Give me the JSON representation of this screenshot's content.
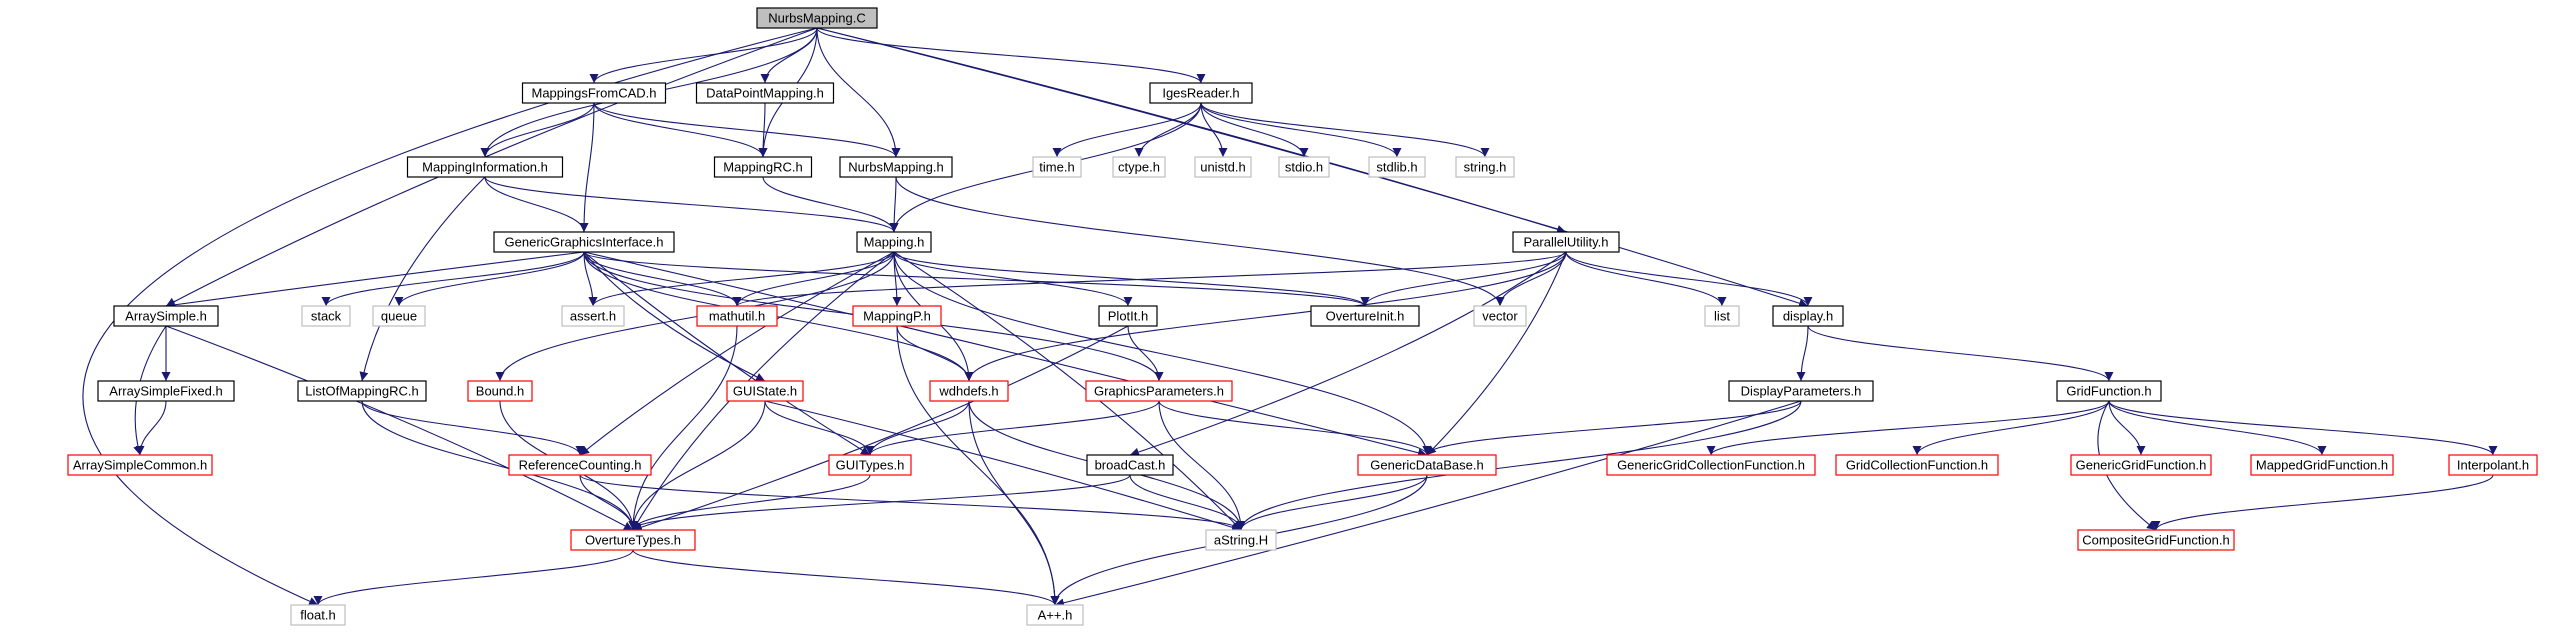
{
  "colors": {
    "edge": "#191970",
    "root_fill": "#bfbfbf",
    "normal_border": "#000000",
    "documented_red_border": "#ff0000",
    "external_border": "#bfbfbf"
  },
  "nodes": [
    {
      "id": "root",
      "label": "NurbsMapping.C",
      "kind": "root"
    },
    {
      "id": "mfcad",
      "label": "MappingsFromCAD.h",
      "kind": "normal"
    },
    {
      "id": "dpm",
      "label": "DataPointMapping.h",
      "kind": "normal"
    },
    {
      "id": "iges",
      "label": "IgesReader.h",
      "kind": "normal"
    },
    {
      "id": "minfo",
      "label": "MappingInformation.h",
      "kind": "normal"
    },
    {
      "id": "mrc",
      "label": "MappingRC.h",
      "kind": "normal"
    },
    {
      "id": "nurbs",
      "label": "NurbsMapping.h",
      "kind": "normal"
    },
    {
      "id": "timeh",
      "label": "time.h",
      "kind": "external"
    },
    {
      "id": "ctypeh",
      "label": "ctype.h",
      "kind": "external"
    },
    {
      "id": "unistdh",
      "label": "unistd.h",
      "kind": "external"
    },
    {
      "id": "stdioh",
      "label": "stdio.h",
      "kind": "external"
    },
    {
      "id": "stdlibh",
      "label": "stdlib.h",
      "kind": "external"
    },
    {
      "id": "stringh",
      "label": "string.h",
      "kind": "external"
    },
    {
      "id": "ggi",
      "label": "GenericGraphicsInterface.h",
      "kind": "normal"
    },
    {
      "id": "mapping",
      "label": "Mapping.h",
      "kind": "normal"
    },
    {
      "id": "putil",
      "label": "ParallelUtility.h",
      "kind": "normal"
    },
    {
      "id": "asimple",
      "label": "ArraySimple.h",
      "kind": "normal"
    },
    {
      "id": "stack",
      "label": "stack",
      "kind": "external"
    },
    {
      "id": "queue",
      "label": "queue",
      "kind": "external"
    },
    {
      "id": "assert",
      "label": "assert.h",
      "kind": "external"
    },
    {
      "id": "mathutil",
      "label": "mathutil.h",
      "kind": "red"
    },
    {
      "id": "mappingp",
      "label": "MappingP.h",
      "kind": "red"
    },
    {
      "id": "plotit",
      "label": "PlotIt.h",
      "kind": "normal"
    },
    {
      "id": "oinit",
      "label": "OvertureInit.h",
      "kind": "normal"
    },
    {
      "id": "vector",
      "label": "vector",
      "kind": "external"
    },
    {
      "id": "list",
      "label": "list",
      "kind": "external"
    },
    {
      "id": "display",
      "label": "display.h",
      "kind": "normal"
    },
    {
      "id": "asfixed",
      "label": "ArraySimpleFixed.h",
      "kind": "normal"
    },
    {
      "id": "lomrc",
      "label": "ListOfMappingRC.h",
      "kind": "normal"
    },
    {
      "id": "bound",
      "label": "Bound.h",
      "kind": "red"
    },
    {
      "id": "guistate",
      "label": "GUIState.h",
      "kind": "red"
    },
    {
      "id": "wdhdefs",
      "label": "wdhdefs.h",
      "kind": "red"
    },
    {
      "id": "gparams",
      "label": "GraphicsParameters.h",
      "kind": "red"
    },
    {
      "id": "dparams",
      "label": "DisplayParameters.h",
      "kind": "normal"
    },
    {
      "id": "gridfn",
      "label": "GridFunction.h",
      "kind": "normal"
    },
    {
      "id": "ascommon",
      "label": "ArraySimpleCommon.h",
      "kind": "red"
    },
    {
      "id": "refcount",
      "label": "ReferenceCounting.h",
      "kind": "red"
    },
    {
      "id": "guitypes",
      "label": "GUITypes.h",
      "kind": "red"
    },
    {
      "id": "broadcast",
      "label": "broadCast.h",
      "kind": "normal"
    },
    {
      "id": "gdb",
      "label": "GenericDataBase.h",
      "kind": "red"
    },
    {
      "id": "ggcf",
      "label": "GenericGridCollectionFunction.h",
      "kind": "red"
    },
    {
      "id": "gcf",
      "label": "GridCollectionFunction.h",
      "kind": "red"
    },
    {
      "id": "ggf",
      "label": "GenericGridFunction.h",
      "kind": "red"
    },
    {
      "id": "mgf",
      "label": "MappedGridFunction.h",
      "kind": "red"
    },
    {
      "id": "interp",
      "label": "Interpolant.h",
      "kind": "red"
    },
    {
      "id": "otypes",
      "label": "OvertureTypes.h",
      "kind": "red"
    },
    {
      "id": "astring",
      "label": "aString.H",
      "kind": "external"
    },
    {
      "id": "cgf",
      "label": "CompositeGridFunction.h",
      "kind": "red"
    },
    {
      "id": "floath",
      "label": "float.h",
      "kind": "external"
    },
    {
      "id": "appph",
      "label": "A++.h",
      "kind": "external"
    }
  ],
  "edges": [
    [
      "root",
      "mfcad"
    ],
    [
      "root",
      "dpm"
    ],
    [
      "root",
      "iges"
    ],
    [
      "root",
      "minfo"
    ],
    [
      "root",
      "mrc"
    ],
    [
      "root",
      "nurbs"
    ],
    [
      "root",
      "asimple"
    ],
    [
      "root",
      "putil"
    ],
    [
      "root",
      "display"
    ],
    [
      "root",
      "floath"
    ],
    [
      "mfcad",
      "minfo"
    ],
    [
      "mfcad",
      "ggi"
    ],
    [
      "mfcad",
      "mrc"
    ],
    [
      "mfcad",
      "nurbs"
    ],
    [
      "dpm",
      "mrc"
    ],
    [
      "iges",
      "mapping"
    ],
    [
      "iges",
      "timeh"
    ],
    [
      "iges",
      "ctypeh"
    ],
    [
      "iges",
      "unistdh"
    ],
    [
      "iges",
      "stdioh"
    ],
    [
      "iges",
      "stdlibh"
    ],
    [
      "iges",
      "stringh"
    ],
    [
      "minfo",
      "ggi"
    ],
    [
      "minfo",
      "mapping"
    ],
    [
      "minfo",
      "lomrc"
    ],
    [
      "mrc",
      "mapping"
    ],
    [
      "nurbs",
      "mapping"
    ],
    [
      "nurbs",
      "vector"
    ],
    [
      "ggi",
      "stack"
    ],
    [
      "ggi",
      "queue"
    ],
    [
      "ggi",
      "assert"
    ],
    [
      "ggi",
      "mathutil"
    ],
    [
      "ggi",
      "guistate"
    ],
    [
      "ggi",
      "guitypes"
    ],
    [
      "ggi",
      "wdhdefs"
    ],
    [
      "ggi",
      "gparams"
    ],
    [
      "ggi",
      "oinit"
    ],
    [
      "ggi",
      "gdb"
    ],
    [
      "ggi",
      "asimple"
    ],
    [
      "mapping",
      "assert"
    ],
    [
      "mapping",
      "mathutil"
    ],
    [
      "mapping",
      "mappingp"
    ],
    [
      "mapping",
      "plotit"
    ],
    [
      "mapping",
      "oinit"
    ],
    [
      "mapping",
      "wdhdefs"
    ],
    [
      "mapping",
      "bound"
    ],
    [
      "mapping",
      "refcount"
    ],
    [
      "mapping",
      "otypes"
    ],
    [
      "mapping",
      "astring"
    ],
    [
      "mapping",
      "gdb"
    ],
    [
      "putil",
      "mathutil"
    ],
    [
      "putil",
      "oinit"
    ],
    [
      "putil",
      "vector"
    ],
    [
      "putil",
      "list"
    ],
    [
      "putil",
      "display"
    ],
    [
      "putil",
      "wdhdefs"
    ],
    [
      "putil",
      "broadcast"
    ],
    [
      "putil",
      "gdb"
    ],
    [
      "asimple",
      "asfixed"
    ],
    [
      "asimple",
      "ascommon"
    ],
    [
      "asimple",
      "otypes"
    ],
    [
      "asfixed",
      "ascommon"
    ],
    [
      "lomrc",
      "refcount"
    ],
    [
      "lomrc",
      "otypes"
    ],
    [
      "bound",
      "otypes"
    ],
    [
      "mathutil",
      "otypes"
    ],
    [
      "mappingp",
      "wdhdefs"
    ],
    [
      "mappingp",
      "appph"
    ],
    [
      "plotit",
      "gparams"
    ],
    [
      "plotit",
      "otypes"
    ],
    [
      "guistate",
      "guitypes"
    ],
    [
      "guistate",
      "otypes"
    ],
    [
      "guistate",
      "astring"
    ],
    [
      "wdhdefs",
      "guitypes"
    ],
    [
      "wdhdefs",
      "appph"
    ],
    [
      "wdhdefs",
      "astring"
    ],
    [
      "gparams",
      "guitypes"
    ],
    [
      "gparams",
      "gdb"
    ],
    [
      "gparams",
      "astring"
    ],
    [
      "display",
      "dparams"
    ],
    [
      "display",
      "gridfn"
    ],
    [
      "dparams",
      "gdb"
    ],
    [
      "dparams",
      "astring"
    ],
    [
      "dparams",
      "appph"
    ],
    [
      "gridfn",
      "ggcf"
    ],
    [
      "gridfn",
      "gcf"
    ],
    [
      "gridfn",
      "ggf"
    ],
    [
      "gridfn",
      "mgf"
    ],
    [
      "gridfn",
      "interp"
    ],
    [
      "gridfn",
      "cgf"
    ],
    [
      "interp",
      "cgf"
    ],
    [
      "refcount",
      "otypes"
    ],
    [
      "refcount",
      "astring"
    ],
    [
      "guitypes",
      "otypes"
    ],
    [
      "broadcast",
      "otypes"
    ],
    [
      "broadcast",
      "astring"
    ],
    [
      "gdb",
      "astring"
    ],
    [
      "gdb",
      "appph"
    ],
    [
      "otypes",
      "floath"
    ],
    [
      "otypes",
      "appph"
    ]
  ]
}
